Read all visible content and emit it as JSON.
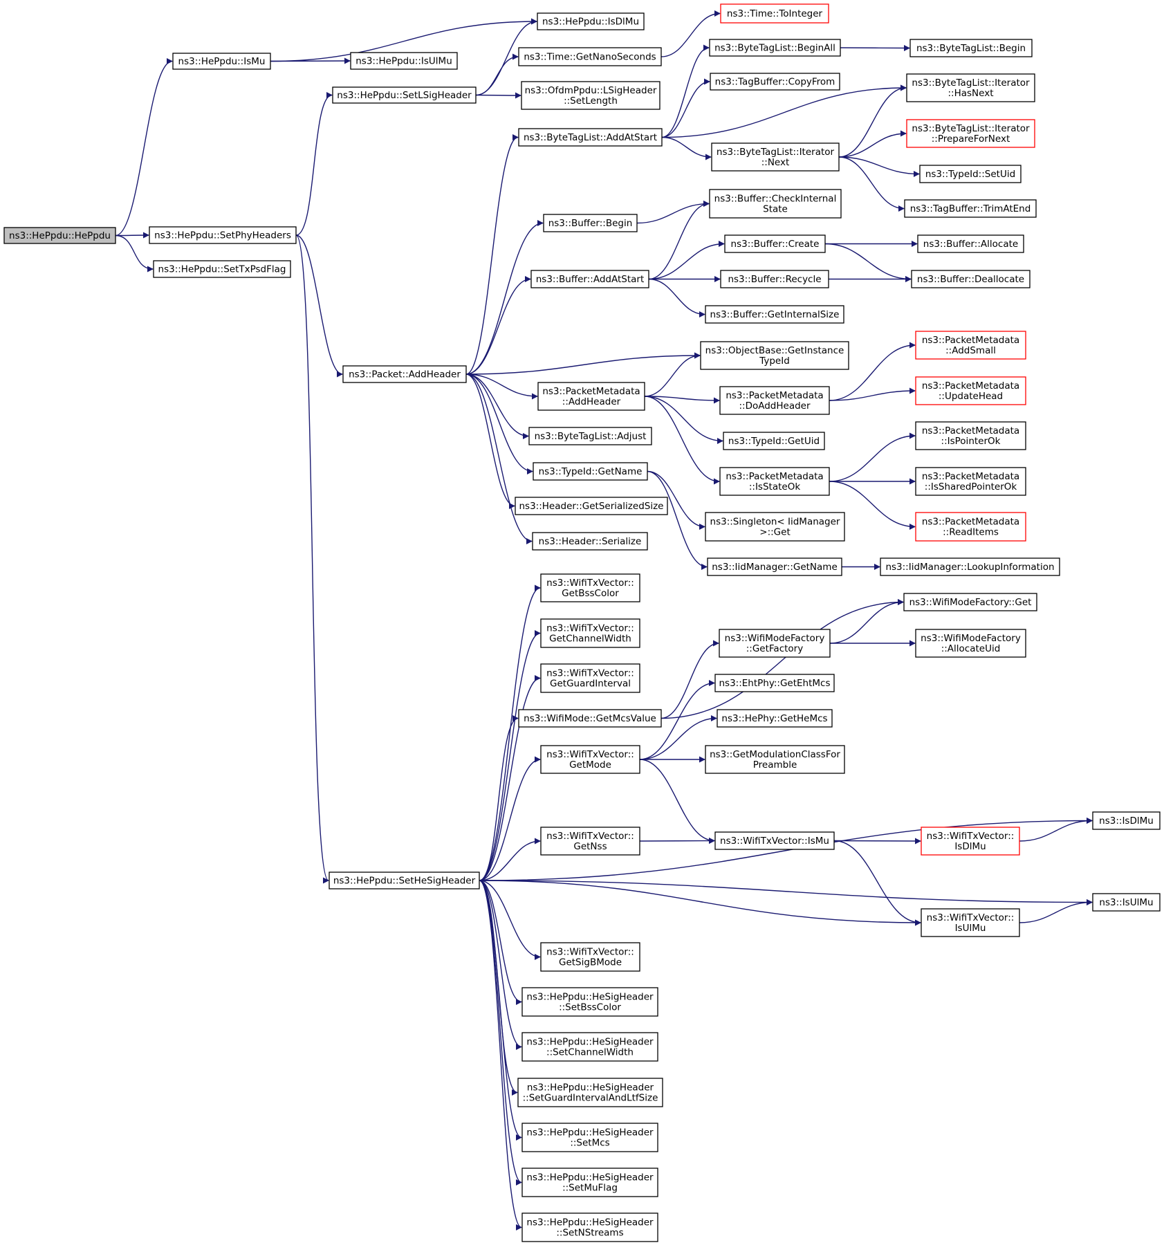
{
  "graph": {
    "edge_color": "#191970",
    "root_fill": "#bfbfbf",
    "truncated_border": "#ff0000",
    "nodes": [
      {
        "id": "hePpduCtor",
        "lines": [
          "ns3::HePpdu::HePpdu"
        ],
        "style": "root"
      },
      {
        "id": "isMu",
        "lines": [
          "ns3::HePpdu::IsMu"
        ]
      },
      {
        "id": "setPhyHeaders",
        "lines": [
          "ns3::HePpdu::SetPhyHeaders"
        ]
      },
      {
        "id": "setTxPsdFlag",
        "lines": [
          "ns3::HePpdu::SetTxPsdFlag"
        ]
      },
      {
        "id": "hePpduIsDlMu",
        "lines": [
          "ns3::HePpdu::IsDlMu"
        ]
      },
      {
        "id": "hePpduIsUlMu",
        "lines": [
          "ns3::HePpdu::IsUlMu"
        ]
      },
      {
        "id": "setLSigHeader",
        "lines": [
          "ns3::HePpdu::SetLSigHeader"
        ]
      },
      {
        "id": "addHeader",
        "lines": [
          "ns3::Packet::AddHeader"
        ]
      },
      {
        "id": "setHeSigHeader",
        "lines": [
          "ns3::HePpdu::SetHeSigHeader"
        ]
      },
      {
        "id": "timeToInteger",
        "lines": [
          "ns3::Time::ToInteger"
        ],
        "style": "red"
      },
      {
        "id": "getNanoSeconds",
        "lines": [
          "ns3::Time::GetNanoSeconds"
        ]
      },
      {
        "id": "lsigSetLength",
        "lines": [
          "ns3::OfdmPpdu::LSigHeader",
          "::SetLength"
        ]
      },
      {
        "id": "btlAddAtStart",
        "lines": [
          "ns3::ByteTagList::AddAtStart"
        ]
      },
      {
        "id": "bufferBegin",
        "lines": [
          "ns3::Buffer::Begin"
        ]
      },
      {
        "id": "bufferAddAtStart",
        "lines": [
          "ns3::Buffer::AddAtStart"
        ]
      },
      {
        "id": "btlBeginAll",
        "lines": [
          "ns3::ByteTagList::BeginAll"
        ]
      },
      {
        "id": "tagBufferCopyFrom",
        "lines": [
          "ns3::TagBuffer::CopyFrom"
        ]
      },
      {
        "id": "btlIterNext",
        "lines": [
          "ns3::ByteTagList::Iterator",
          "::Next"
        ]
      },
      {
        "id": "btlBegin",
        "lines": [
          "ns3::ByteTagList::Begin"
        ]
      },
      {
        "id": "btlIterHasNext",
        "lines": [
          "ns3::ByteTagList::Iterator",
          "::HasNext"
        ]
      },
      {
        "id": "btlIterPrepare",
        "lines": [
          "ns3::ByteTagList::Iterator",
          "::PrepareForNext"
        ],
        "style": "red"
      },
      {
        "id": "typeIdSetUid",
        "lines": [
          "ns3::TypeId::SetUid"
        ]
      },
      {
        "id": "tagBufferTrimAtEnd",
        "lines": [
          "ns3::TagBuffer::TrimAtEnd"
        ]
      },
      {
        "id": "bufferCheckInternal",
        "lines": [
          "ns3::Buffer::CheckInternal",
          "State"
        ]
      },
      {
        "id": "bufferCreate",
        "lines": [
          "ns3::Buffer::Create"
        ]
      },
      {
        "id": "bufferRecycle",
        "lines": [
          "ns3::Buffer::Recycle"
        ]
      },
      {
        "id": "bufferGetInternalSize",
        "lines": [
          "ns3::Buffer::GetInternalSize"
        ]
      },
      {
        "id": "bufferAllocate",
        "lines": [
          "ns3::Buffer::Allocate"
        ]
      },
      {
        "id": "bufferDeallocate",
        "lines": [
          "ns3::Buffer::Deallocate"
        ]
      },
      {
        "id": "objBaseGetInstanceTypeId",
        "lines": [
          "ns3::ObjectBase::GetInstance",
          "TypeId"
        ]
      },
      {
        "id": "pmAddHeader",
        "lines": [
          "ns3::PacketMetadata",
          "::AddHeader"
        ]
      },
      {
        "id": "btlAdjust",
        "lines": [
          "ns3::ByteTagList::Adjust"
        ]
      },
      {
        "id": "typeIdGetName",
        "lines": [
          "ns3::TypeId::GetName"
        ]
      },
      {
        "id": "headerGetSerializedSize",
        "lines": [
          "ns3::Header::GetSerializedSize"
        ]
      },
      {
        "id": "headerSerialize",
        "lines": [
          "ns3::Header::Serialize"
        ]
      },
      {
        "id": "pmDoAddHeader",
        "lines": [
          "ns3::PacketMetadata",
          "::DoAddHeader"
        ]
      },
      {
        "id": "typeIdGetUid",
        "lines": [
          "ns3::TypeId::GetUid"
        ]
      },
      {
        "id": "pmIsStateOk",
        "lines": [
          "ns3::PacketMetadata",
          "::IsStateOk"
        ]
      },
      {
        "id": "singletonGet",
        "lines": [
          "ns3::Singleton< IidManager",
          ">::Get"
        ]
      },
      {
        "id": "iidGetName",
        "lines": [
          "ns3::IidManager::GetName"
        ]
      },
      {
        "id": "pmAddSmall",
        "lines": [
          "ns3::PacketMetadata",
          "::AddSmall"
        ],
        "style": "red"
      },
      {
        "id": "pmUpdateHead",
        "lines": [
          "ns3::PacketMetadata",
          "::UpdateHead"
        ],
        "style": "red"
      },
      {
        "id": "pmIsPointerOk",
        "lines": [
          "ns3::PacketMetadata",
          "::IsPointerOk"
        ]
      },
      {
        "id": "pmIsSharedPointerOk",
        "lines": [
          "ns3::PacketMetadata",
          "::IsSharedPointerOk"
        ]
      },
      {
        "id": "pmReadItems",
        "lines": [
          "ns3::PacketMetadata",
          "::ReadItems"
        ],
        "style": "red"
      },
      {
        "id": "iidLookupInformation",
        "lines": [
          "ns3::IidManager::LookupInformation"
        ]
      },
      {
        "id": "txvGetBssColor",
        "lines": [
          "ns3::WifiTxVector::",
          "GetBssColor"
        ]
      },
      {
        "id": "txvGetChannelWidth",
        "lines": [
          "ns3::WifiTxVector::",
          "GetChannelWidth"
        ]
      },
      {
        "id": "txvGetGuardInterval",
        "lines": [
          "ns3::WifiTxVector::",
          "GetGuardInterval"
        ]
      },
      {
        "id": "wifiModeGetMcsValue",
        "lines": [
          "ns3::WifiMode::GetMcsValue"
        ]
      },
      {
        "id": "txvGetMode",
        "lines": [
          "ns3::WifiTxVector::",
          "GetMode"
        ]
      },
      {
        "id": "txvGetNss",
        "lines": [
          "ns3::WifiTxVector::",
          "GetNss"
        ]
      },
      {
        "id": "txvGetSigBMode",
        "lines": [
          "ns3::WifiTxVector::",
          "GetSigBMode"
        ]
      },
      {
        "id": "hsSetBssColor",
        "lines": [
          "ns3::HePpdu::HeSigHeader",
          "::SetBssColor"
        ]
      },
      {
        "id": "hsSetChannelWidth",
        "lines": [
          "ns3::HePpdu::HeSigHeader",
          "::SetChannelWidth"
        ]
      },
      {
        "id": "hsSetGuardIntervalAndLtfSize",
        "lines": [
          "ns3::HePpdu::HeSigHeader",
          "::SetGuardIntervalAndLtfSize"
        ]
      },
      {
        "id": "hsSetMcs",
        "lines": [
          "ns3::HePpdu::HeSigHeader",
          "::SetMcs"
        ]
      },
      {
        "id": "hsSetMuFlag",
        "lines": [
          "ns3::HePpdu::HeSigHeader",
          "::SetMuFlag"
        ]
      },
      {
        "id": "hsSetNStreams",
        "lines": [
          "ns3::HePpdu::HeSigHeader",
          "::SetNStreams"
        ]
      },
      {
        "id": "wmfGet",
        "lines": [
          "ns3::WifiModeFactory::Get"
        ]
      },
      {
        "id": "wmfGetFactory",
        "lines": [
          "ns3::WifiModeFactory",
          "::GetFactory"
        ]
      },
      {
        "id": "wmfAllocateUid",
        "lines": [
          "ns3::WifiModeFactory",
          "::AllocateUid"
        ]
      },
      {
        "id": "ehtGetEhtMcs",
        "lines": [
          "ns3::EhtPhy::GetEhtMcs"
        ]
      },
      {
        "id": "hePhyGetHeMcs",
        "lines": [
          "ns3::HePhy::GetHeMcs"
        ]
      },
      {
        "id": "getModClassForPreamble",
        "lines": [
          "ns3::GetModulationClassFor",
          "Preamble"
        ]
      },
      {
        "id": "txvIsMu",
        "lines": [
          "ns3::WifiTxVector::IsMu"
        ]
      },
      {
        "id": "txvIsDlMu",
        "lines": [
          "ns3::WifiTxVector::",
          "IsDlMu"
        ],
        "style": "red"
      },
      {
        "id": "txvIsUlMu",
        "lines": [
          "ns3::WifiTxVector::",
          "IsUlMu"
        ]
      },
      {
        "id": "isDlMu",
        "lines": [
          "ns3::IsDlMu"
        ]
      },
      {
        "id": "isUlMu",
        "lines": [
          "ns3::IsUlMu"
        ]
      }
    ],
    "edges": [
      [
        "hePpduCtor",
        "isMu"
      ],
      [
        "hePpduCtor",
        "setPhyHeaders"
      ],
      [
        "hePpduCtor",
        "setTxPsdFlag"
      ],
      [
        "isMu",
        "hePpduIsDlMu"
      ],
      [
        "isMu",
        "hePpduIsUlMu"
      ],
      [
        "setPhyHeaders",
        "setLSigHeader"
      ],
      [
        "setPhyHeaders",
        "addHeader"
      ],
      [
        "setPhyHeaders",
        "setHeSigHeader"
      ],
      [
        "setLSigHeader",
        "hePpduIsDlMu"
      ],
      [
        "setLSigHeader",
        "getNanoSeconds"
      ],
      [
        "setLSigHeader",
        "lsigSetLength"
      ],
      [
        "getNanoSeconds",
        "timeToInteger"
      ],
      [
        "addHeader",
        "btlAddAtStart"
      ],
      [
        "addHeader",
        "bufferBegin"
      ],
      [
        "addHeader",
        "bufferAddAtStart"
      ],
      [
        "addHeader",
        "objBaseGetInstanceTypeId"
      ],
      [
        "addHeader",
        "pmAddHeader"
      ],
      [
        "addHeader",
        "btlAdjust"
      ],
      [
        "addHeader",
        "typeIdGetName"
      ],
      [
        "addHeader",
        "headerGetSerializedSize"
      ],
      [
        "addHeader",
        "headerSerialize"
      ],
      [
        "btlAddAtStart",
        "btlBeginAll"
      ],
      [
        "btlAddAtStart",
        "tagBufferCopyFrom"
      ],
      [
        "btlAddAtStart",
        "btlIterHasNext"
      ],
      [
        "btlAddAtStart",
        "btlIterNext"
      ],
      [
        "btlBeginAll",
        "btlBegin"
      ],
      [
        "btlIterNext",
        "btlIterHasNext"
      ],
      [
        "btlIterNext",
        "btlIterPrepare"
      ],
      [
        "btlIterNext",
        "typeIdSetUid"
      ],
      [
        "btlIterNext",
        "tagBufferTrimAtEnd"
      ],
      [
        "bufferBegin",
        "bufferCheckInternal"
      ],
      [
        "bufferAddAtStart",
        "bufferCheckInternal"
      ],
      [
        "bufferAddAtStart",
        "bufferCreate"
      ],
      [
        "bufferAddAtStart",
        "bufferRecycle"
      ],
      [
        "bufferAddAtStart",
        "bufferGetInternalSize"
      ],
      [
        "bufferCreate",
        "bufferAllocate"
      ],
      [
        "bufferCreate",
        "bufferDeallocate"
      ],
      [
        "bufferRecycle",
        "bufferDeallocate"
      ],
      [
        "pmAddHeader",
        "objBaseGetInstanceTypeId"
      ],
      [
        "pmAddHeader",
        "pmDoAddHeader"
      ],
      [
        "pmAddHeader",
        "typeIdGetUid"
      ],
      [
        "pmAddHeader",
        "pmIsStateOk"
      ],
      [
        "pmDoAddHeader",
        "pmAddSmall"
      ],
      [
        "pmDoAddHeader",
        "pmUpdateHead"
      ],
      [
        "pmIsStateOk",
        "pmIsPointerOk"
      ],
      [
        "pmIsStateOk",
        "pmIsSharedPointerOk"
      ],
      [
        "pmIsStateOk",
        "pmReadItems"
      ],
      [
        "typeIdGetName",
        "singletonGet"
      ],
      [
        "typeIdGetName",
        "iidGetName"
      ],
      [
        "iidGetName",
        "iidLookupInformation"
      ],
      [
        "setHeSigHeader",
        "txvGetBssColor"
      ],
      [
        "setHeSigHeader",
        "txvGetChannelWidth"
      ],
      [
        "setHeSigHeader",
        "txvGetGuardInterval"
      ],
      [
        "setHeSigHeader",
        "wifiModeGetMcsValue"
      ],
      [
        "setHeSigHeader",
        "txvGetMode"
      ],
      [
        "setHeSigHeader",
        "isDlMu"
      ],
      [
        "setHeSigHeader",
        "txvGetNss"
      ],
      [
        "setHeSigHeader",
        "isUlMu"
      ],
      [
        "setHeSigHeader",
        "txvIsUlMu"
      ],
      [
        "setHeSigHeader",
        "txvGetSigBMode"
      ],
      [
        "setHeSigHeader",
        "hsSetBssColor"
      ],
      [
        "setHeSigHeader",
        "hsSetChannelWidth"
      ],
      [
        "setHeSigHeader",
        "hsSetGuardIntervalAndLtfSize"
      ],
      [
        "setHeSigHeader",
        "hsSetMcs"
      ],
      [
        "setHeSigHeader",
        "hsSetMuFlag"
      ],
      [
        "setHeSigHeader",
        "hsSetNStreams"
      ],
      [
        "wifiModeGetMcsValue",
        "wmfGet"
      ],
      [
        "wifiModeGetMcsValue",
        "wmfGetFactory"
      ],
      [
        "wmfGetFactory",
        "wmfGet"
      ],
      [
        "wmfGetFactory",
        "wmfAllocateUid"
      ],
      [
        "txvGetMode",
        "ehtGetEhtMcs"
      ],
      [
        "txvGetMode",
        "hePhyGetHeMcs"
      ],
      [
        "txvGetMode",
        "getModClassForPreamble"
      ],
      [
        "txvGetMode",
        "txvIsMu"
      ],
      [
        "txvGetNss",
        "txvIsMu"
      ],
      [
        "txvIsMu",
        "txvIsDlMu"
      ],
      [
        "txvIsMu",
        "txvIsUlMu"
      ],
      [
        "txvIsDlMu",
        "isDlMu"
      ],
      [
        "txvIsUlMu",
        "isUlMu"
      ]
    ]
  }
}
